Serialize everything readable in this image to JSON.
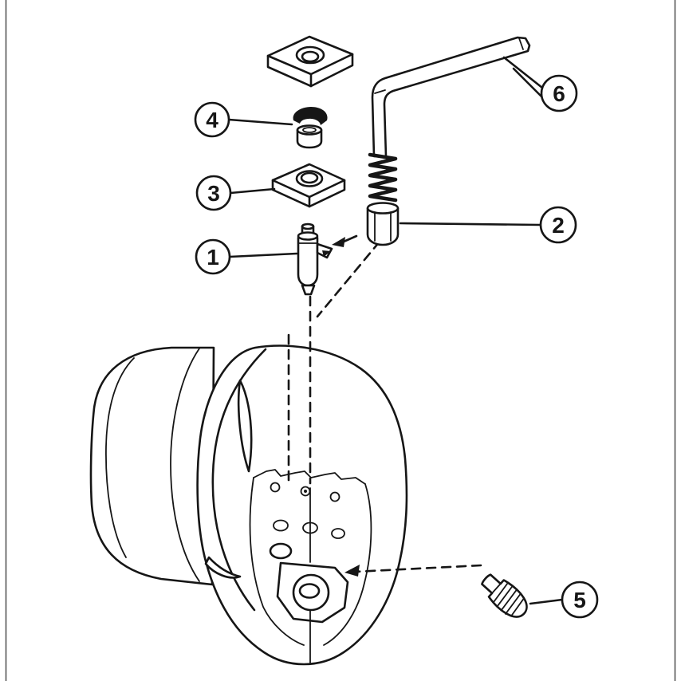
{
  "colors": {
    "line": "#161616",
    "background": "#ffffff"
  },
  "diagram": {
    "type": "exploded-assembly-line-drawing",
    "callouts": [
      {
        "label": "1"
      },
      {
        "label": "2"
      },
      {
        "label": "3"
      },
      {
        "label": "4"
      },
      {
        "label": "5"
      },
      {
        "label": "6"
      }
    ]
  }
}
